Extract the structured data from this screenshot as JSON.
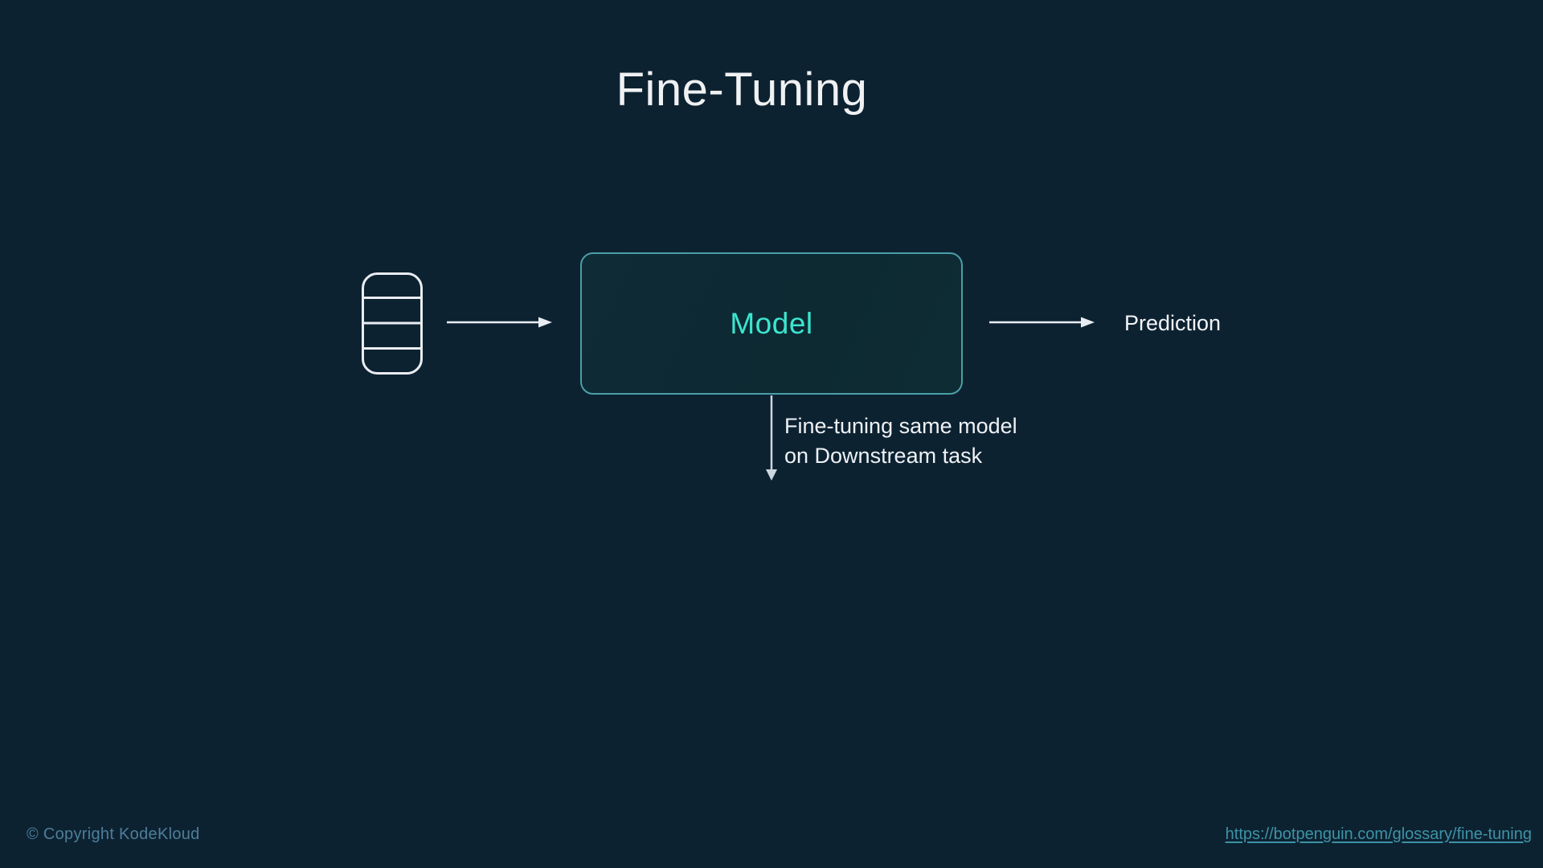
{
  "slide": {
    "title": "Fine-Tuning",
    "background_color": "#0d2231"
  },
  "diagram": {
    "dataset_icon": "database-icon",
    "model_box": {
      "label": "Model",
      "border_color": "#4a9fa8",
      "fill_color": "#0d2a34",
      "label_color": "#3ce5cf"
    },
    "prediction_label": "Prediction",
    "annotation": {
      "line1": "Fine-tuning same model",
      "line2": "on Downstream task"
    },
    "arrow_color": "#e9edf2",
    "down_arrow_color": "#ccd6e0"
  },
  "footer": {
    "copyright": "© Copyright KodeKloud",
    "copyright_color": "#4d7e9a",
    "link": "https://botpenguin.com/glossary/fine-tuning",
    "link_color": "#3d93a6"
  }
}
